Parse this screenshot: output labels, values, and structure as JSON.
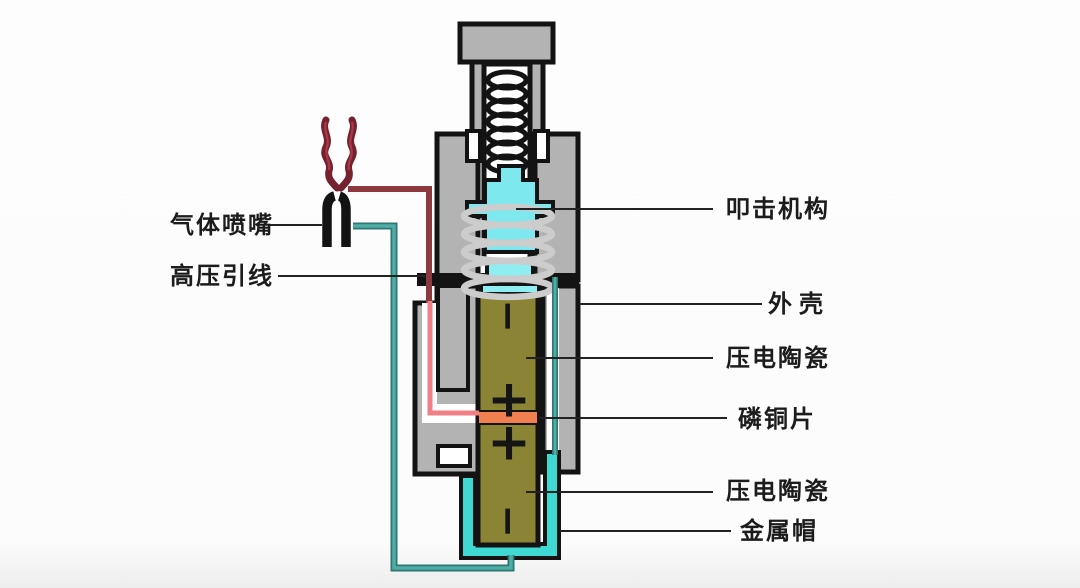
{
  "diagram": {
    "subject": "piezoelectric gas igniter cross-section",
    "labels": {
      "gas_nozzle": "气体喷嘴",
      "hv_lead": "高压引线",
      "striker": "叩击机构",
      "shell": "外壳",
      "piezo_upper": "压电陶瓷",
      "bronze_sheet": "磷铜片",
      "piezo_lower": "压电陶瓷",
      "metal_cap": "金属帽"
    },
    "polarity": {
      "top_minus": "−",
      "upper_plus": "+",
      "lower_plus": "+",
      "bottom_minus": "−"
    },
    "colors": {
      "casing_gray": "#b3b3b3",
      "outline_black": "#131313",
      "striker_cyan": "#7de9ee",
      "anvil_cyan": "#8feef2",
      "cap_turquoise": "#3fd9d3",
      "ceramic_olive": "#8a8434",
      "bronze_orange": "#f08050",
      "wire_dark_red": "#8c3a40",
      "wire_pink": "#ee8086",
      "wire_teal": "#4fada6",
      "wire_teal_edge": "#2f7672",
      "spark_dark_red": "#76222e",
      "spark_highlight": "#a83b49",
      "spring_white": "#cccccc",
      "leader_line": "#222222"
    }
  }
}
